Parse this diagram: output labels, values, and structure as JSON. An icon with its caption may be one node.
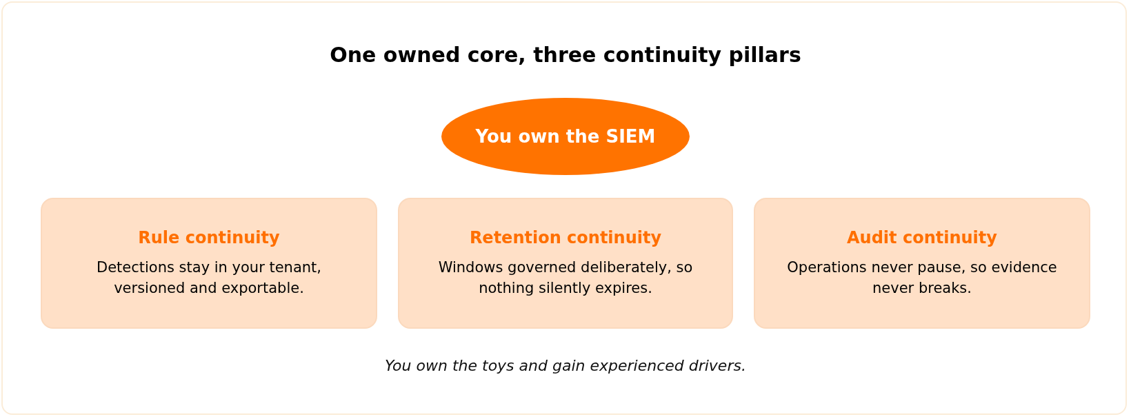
{
  "diagram": {
    "title": "One owned core, three continuity pillars",
    "caption": "You own the toys and gain experienced drivers.",
    "nodes": [
      {
        "text": [
          "You own the SIEM"
        ]
      },
      {
        "text": [
          "Rule continuity",
          "Detections stay in your tenant, versioned and exportable."
        ]
      },
      {
        "text": [
          "Retention continuity",
          "Windows governed deliberately, so nothing silently expires."
        ]
      },
      {
        "text": [
          "Audit continuity",
          "Operations never pause, so evidence never breaks."
        ]
      }
    ]
  }
}
